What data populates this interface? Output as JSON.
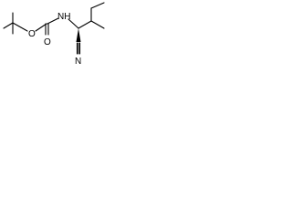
{
  "molecule": {
    "atom_labels": {
      "ester_oxygen": "O",
      "carbonyl_oxygen": "O",
      "amine": "NH",
      "nitrile_nitrogen": "N"
    },
    "stereocenter": "wedge"
  },
  "colors": {
    "bond": "#000000",
    "label": "#000000",
    "background": "#ffffff"
  }
}
